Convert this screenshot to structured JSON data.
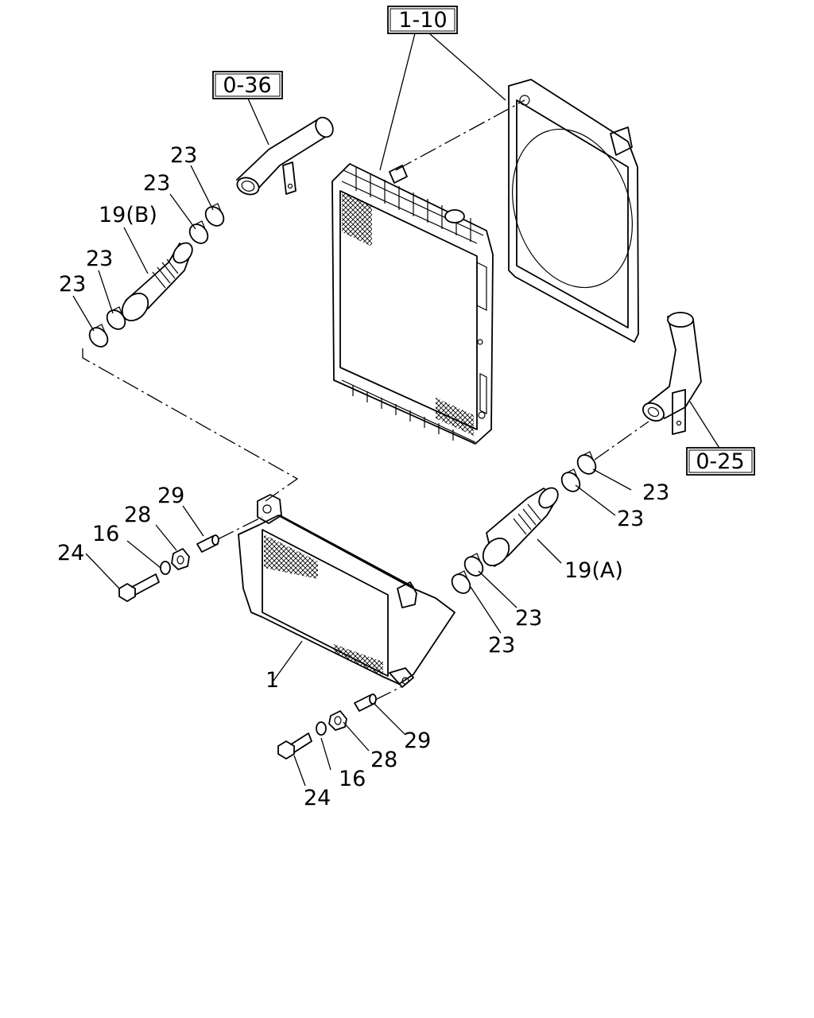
{
  "references": {
    "radiator_group": "1-10",
    "upper_pipe_group": "0-36",
    "lower_pipe_group": "0-25"
  },
  "callouts": {
    "intercooler": "1",
    "hose_a": "19(A)",
    "hose_b": "19(B)",
    "clamp": "23",
    "bolt": "24",
    "washer": "16",
    "bushing": "28",
    "spacer": "29"
  }
}
